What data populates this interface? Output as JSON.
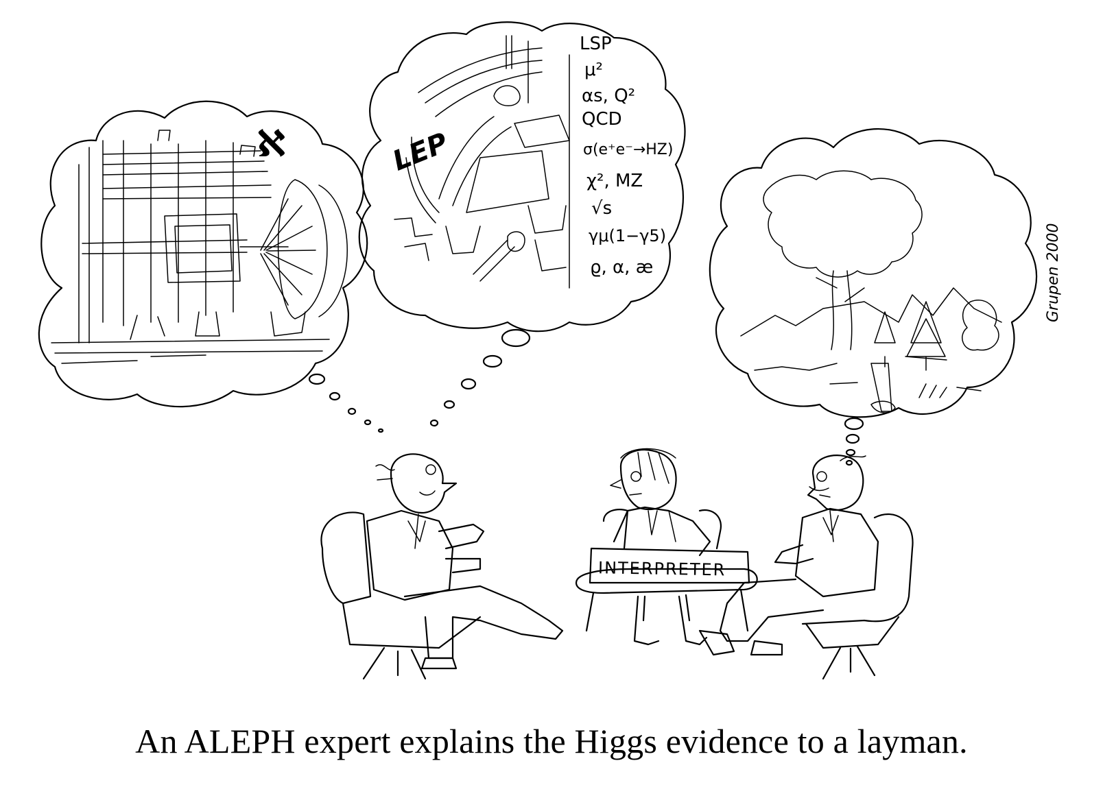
{
  "caption": "An ALEPH expert explains the Higgs evidence to a layman.",
  "signature": "Grupen 2000",
  "sign_label": "INTERPRETER",
  "lep_label": "LEP",
  "aleph_glyph": "ℵ",
  "formulas": [
    "LSP",
    "μ²",
    "αs, Q²",
    "QCD",
    "σ(e⁺e⁻→HZ)",
    "χ², MZ",
    "√s",
    "γμ(1−γ5)",
    "ϱ, α, æ"
  ],
  "colors": {
    "ink": "#000000",
    "paper": "#ffffff"
  }
}
